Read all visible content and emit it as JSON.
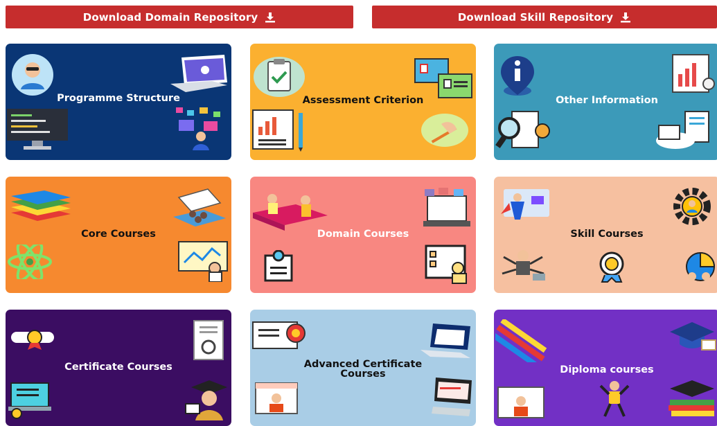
{
  "downloads": {
    "domain_label": "Download Domain Repository",
    "skill_label": "Download Skill Repository",
    "icon": "download-icon"
  },
  "cards": [
    {
      "title": "Programme Structure",
      "bg": "#0a3675",
      "text_color": "#ffffff"
    },
    {
      "title": "Assessment Criterion",
      "bg": "#fbb030",
      "text_color": "#111111"
    },
    {
      "title": "Other Information",
      "bg": "#3c9ab9",
      "text_color": "#ffffff"
    },
    {
      "title": "Core Courses",
      "bg": "#f6892f",
      "text_color": "#111111"
    },
    {
      "title": "Domain Courses",
      "bg": "#f88781",
      "text_color": "#ffffff"
    },
    {
      "title": "Skill Courses",
      "bg": "#f6c0a0",
      "text_color": "#111111"
    },
    {
      "title": "Certificate Courses",
      "bg": "#3b0d62",
      "text_color": "#ffffff"
    },
    {
      "title": "Advanced Certificate Courses",
      "title_line1": "Advanced Certificate",
      "title_line2": "Courses",
      "bg": "#a9cde6",
      "text_color": "#111111"
    },
    {
      "title": "Diploma courses",
      "bg": "#7230c5",
      "text_color": "#ffffff"
    }
  ],
  "colors": {
    "button": "#c62d2d"
  }
}
